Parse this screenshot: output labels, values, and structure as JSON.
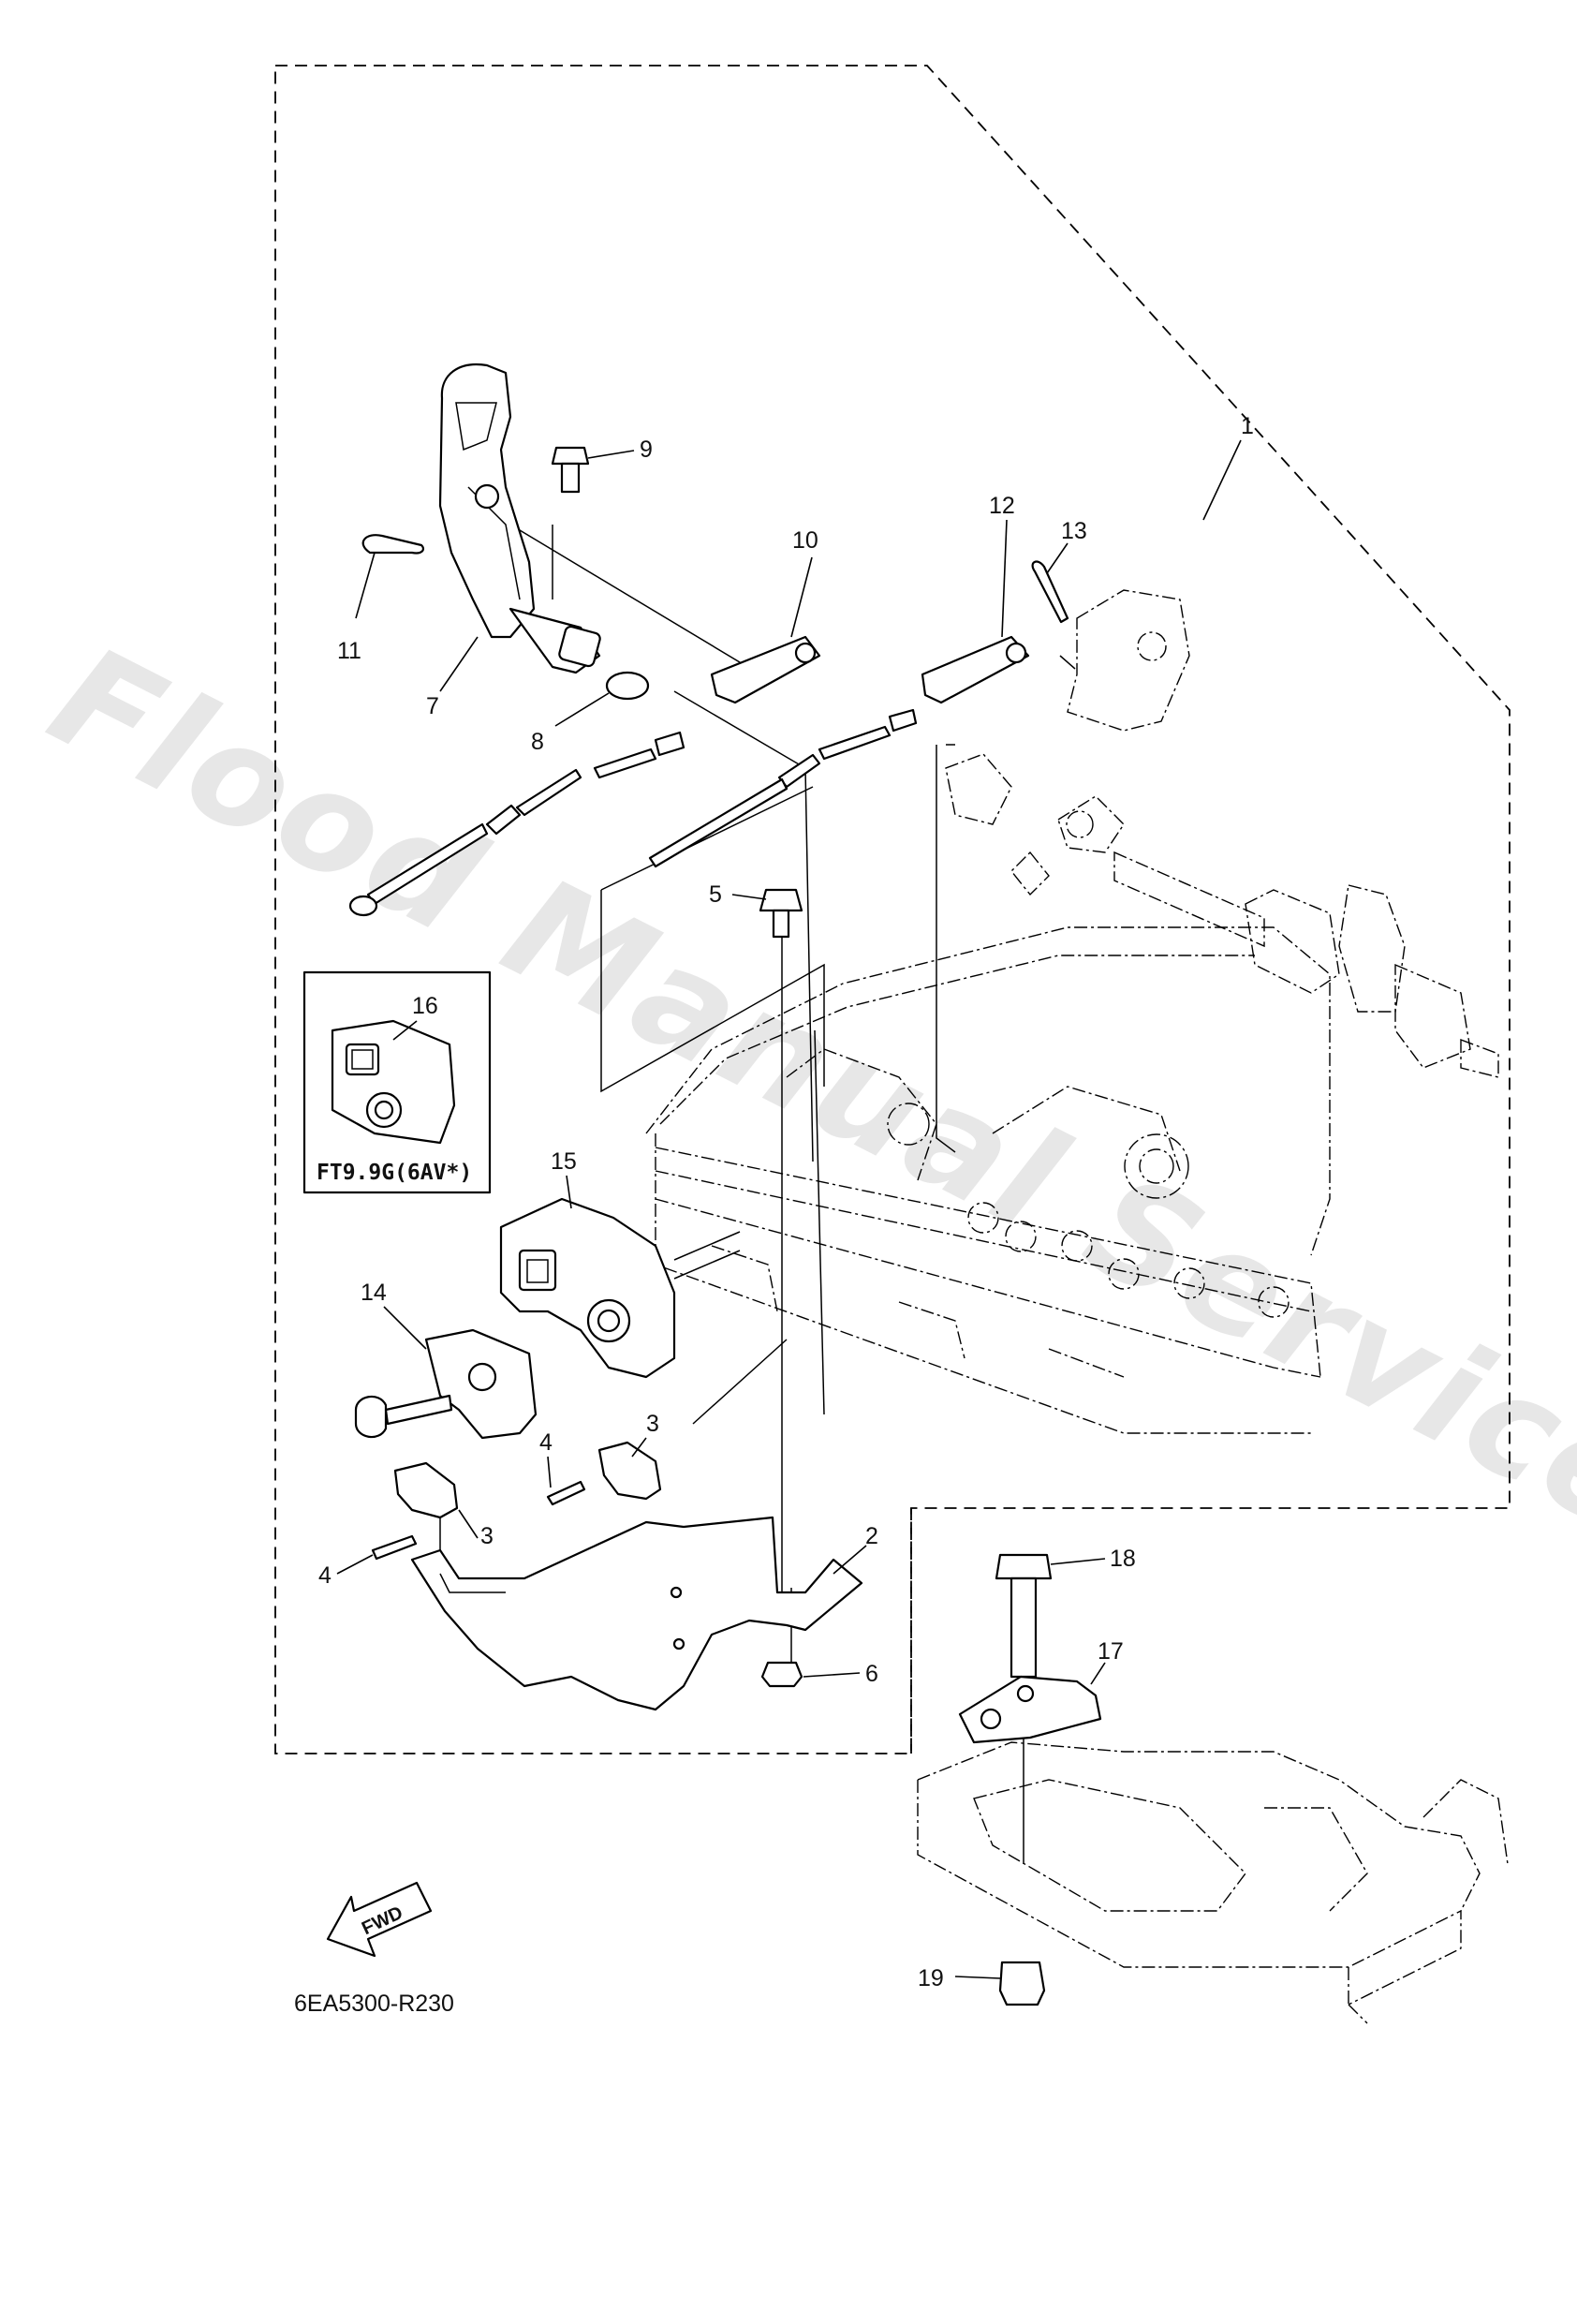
{
  "diagram": {
    "callouts": [
      {
        "id": "c1",
        "label": "1"
      },
      {
        "id": "c2",
        "label": "2"
      },
      {
        "id": "c3a",
        "label": "3"
      },
      {
        "id": "c3b",
        "label": "3"
      },
      {
        "id": "c4a",
        "label": "4"
      },
      {
        "id": "c4b",
        "label": "4"
      },
      {
        "id": "c5",
        "label": "5"
      },
      {
        "id": "c6",
        "label": "6"
      },
      {
        "id": "c7",
        "label": "7"
      },
      {
        "id": "c8",
        "label": "8"
      },
      {
        "id": "c9",
        "label": "9"
      },
      {
        "id": "c10",
        "label": "10"
      },
      {
        "id": "c11",
        "label": "11"
      },
      {
        "id": "c12",
        "label": "12"
      },
      {
        "id": "c13",
        "label": "13"
      },
      {
        "id": "c14",
        "label": "14"
      },
      {
        "id": "c15",
        "label": "15"
      },
      {
        "id": "c16",
        "label": "16"
      },
      {
        "id": "c17",
        "label": "17"
      },
      {
        "id": "c18",
        "label": "18"
      },
      {
        "id": "c19",
        "label": "19"
      }
    ],
    "inset_label": "FT9.9G(6AV*)",
    "fwd_label": "FWD",
    "diagram_code": "6EA5300-R230",
    "watermark": "Flood Manual Services"
  }
}
